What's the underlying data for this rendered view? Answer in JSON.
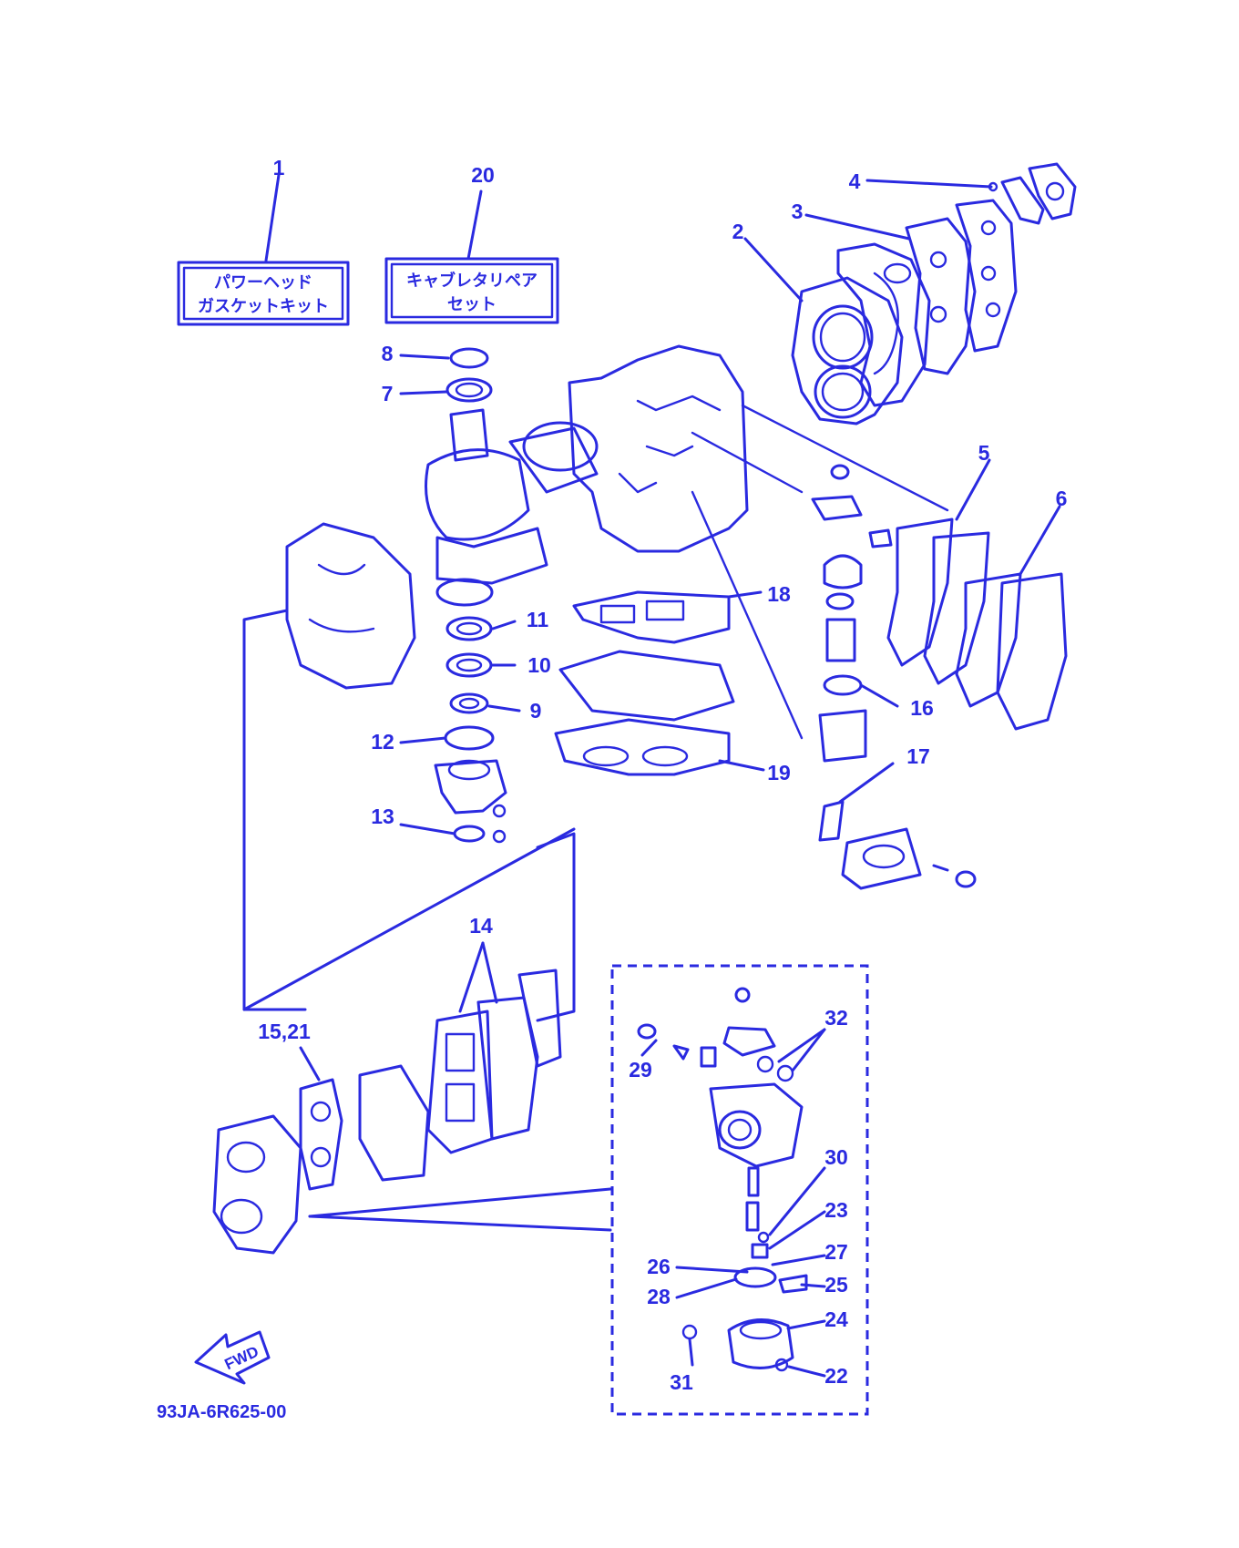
{
  "kits": {
    "powerhead": {
      "ref": "1",
      "line1": "パワーヘッド",
      "line2": "ガスケットキット"
    },
    "carburetor": {
      "ref": "20",
      "line1": "キャブレタリペア",
      "line2": "セット"
    }
  },
  "callouts": {
    "c2": "2",
    "c3": "3",
    "c4": "4",
    "c5": "5",
    "c6": "6",
    "c7": "7",
    "c8": "8",
    "c9": "9",
    "c10": "10",
    "c11": "11",
    "c12": "12",
    "c13": "13",
    "c14": "14",
    "c15": "15,21",
    "c16": "16",
    "c17": "17",
    "c18": "18",
    "c19": "19",
    "c22": "22",
    "c23": "23",
    "c24": "24",
    "c25": "25",
    "c26": "26",
    "c27": "27",
    "c28": "28",
    "c29": "29",
    "c30": "30",
    "c31": "31",
    "c32": "32"
  },
  "fwd_arrow": {
    "label": "FWD"
  },
  "diagram_code": "93JA-6R625-00",
  "colors": {
    "ink": "#2a2ae0",
    "background": "#ffffff"
  }
}
